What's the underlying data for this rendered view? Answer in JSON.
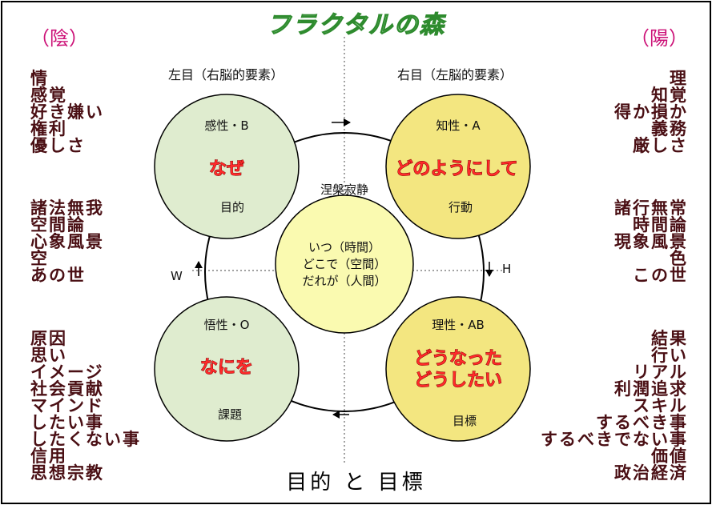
{
  "title": "フラクタルの森",
  "yin_label": "（陰）",
  "yang_label": "（陽）",
  "left_eye": "左目（右脳的要素）",
  "right_eye": "右目（左脳的要素）",
  "left_lists": [
    [
      "情",
      "感覚",
      "好き嫌い",
      "権利",
      "優しさ"
    ],
    [
      "諸法無我",
      "空間論",
      "心象風景",
      "空",
      "あの世"
    ],
    [
      "原因",
      "思い",
      "イメージ",
      "社会貢献",
      "マインド",
      "したい事",
      "したくない事",
      "信用",
      "思想宗教"
    ]
  ],
  "right_lists": [
    [
      "理",
      "知覚",
      "得か損か",
      "義務",
      "厳しさ"
    ],
    [
      "諸行無常",
      "時間論",
      "現象風景",
      "色",
      "この世"
    ],
    [
      "結果",
      "行い",
      "リアル",
      "利潤追求",
      "スキル",
      "するべき事",
      "するべきでない事",
      "価値",
      "政治経済"
    ]
  ],
  "circles": {
    "top_left": {
      "type": "感性・B",
      "word": "なぜ",
      "role": "目的",
      "fill": "#dfeccf"
    },
    "top_right": {
      "type": "知性・A",
      "word": "どのようにして",
      "role": "行動",
      "fill": "#f3e680"
    },
    "bottom_left": {
      "type": "悟性・O",
      "word": "なにを",
      "role": "課題",
      "fill": "#dfeccf"
    },
    "bottom_right": {
      "type": "理性・AB",
      "word_line1": "どうなった",
      "word_line2": "どうしたい",
      "role": "目標",
      "fill": "#f3e680"
    },
    "center": {
      "top_label": "涅槃寂静",
      "line1": "いつ（時間）",
      "line2": "どこで（空間）",
      "line3": "だれが（人間）",
      "fill": "#fafab0"
    }
  },
  "axis": {
    "w_label": "W",
    "h_label": "H"
  },
  "bottom_text": "目的 と 目標",
  "colors": {
    "list_text": "#4a0f14",
    "side_label": "#cc1177",
    "red_word": "#ff2a2a"
  }
}
